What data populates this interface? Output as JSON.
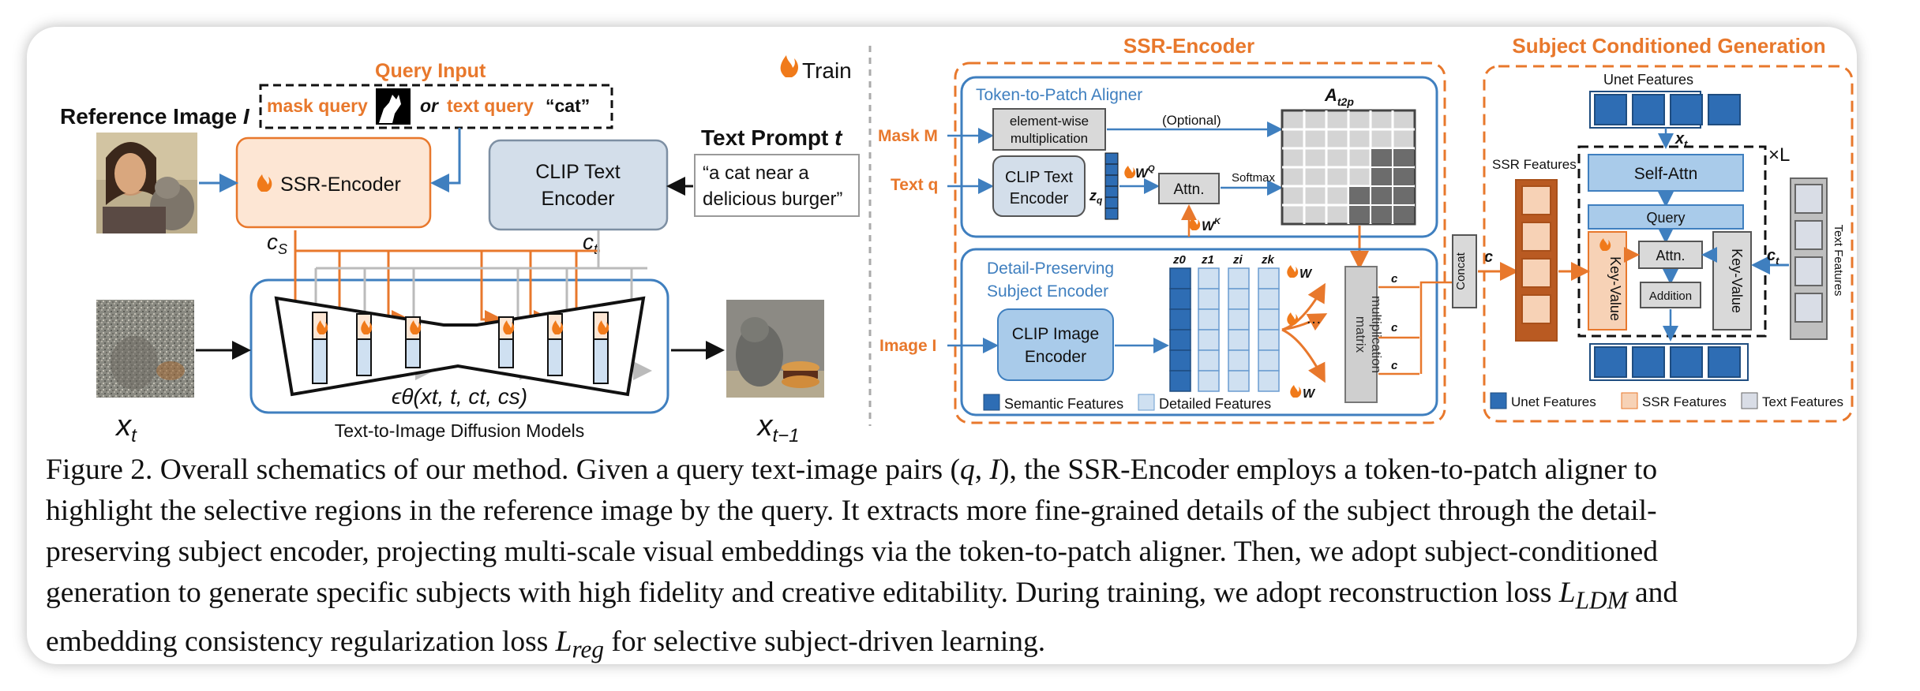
{
  "figure": {
    "left": {
      "reference_label": "Reference Image ",
      "reference_var": "I",
      "query_input_title": "Query Input",
      "mask_query": "mask query",
      "or": "or",
      "text_query": "text query",
      "cat_word": "“cat”",
      "train_label": "Train",
      "text_prompt_label": "Text Prompt ",
      "text_prompt_var": "t",
      "ssr_encoder": "SSR-Encoder",
      "clip_text_line1": "CLIP Text",
      "clip_text_line2": "Encoder",
      "prompt_line1": "“a cat near a",
      "prompt_line2": "delicious burger”",
      "cs_label": "c",
      "cs_sub": "S",
      "ct_label": "c",
      "ct_sub": "t",
      "eps_formula": "ϵθ(xt, t, ct, cs)",
      "diffusion_label": "Text-to-Image Diffusion Models",
      "xt": "x",
      "xt_sub": "t",
      "xt1": "x",
      "xt1_sub": "t−1"
    },
    "ssr": {
      "title": "SSR-Encoder",
      "aligner_title": "Token-to-Patch Aligner",
      "mask_input": "Mask M",
      "text_input": "Text q",
      "image_input": "Image I",
      "elementwise_line1": "element-wise",
      "elementwise_line2": "multiplication",
      "optional": "(Optional)",
      "clip_text_line1": "CLIP Text",
      "clip_text_line2": "Encoder",
      "zq": "z",
      "zq_sub": "q",
      "wq": "W",
      "wq_sup": "Q",
      "attn": "Attn.",
      "softmax": "Softmax",
      "wk": "W",
      "wk_sup": "K",
      "at2p": "A",
      "at2p_sub": "t2p",
      "detail_title_line1": "Detail-Preserving",
      "detail_title_line2": "Subject Encoder",
      "clip_image_line1": "CLIP Image",
      "clip_image_line2": "Encoder",
      "z0": "z0",
      "z1": "z1",
      "zi": "zi",
      "zk": "zk",
      "wv0": "W",
      "wvk": "W",
      "dots": "…",
      "matrix_line1": "matrix",
      "matrix_line2": "multiplication",
      "cs0": "c",
      "csi": "c",
      "csk": "c",
      "concat": "Concat",
      "legend_semantic": "Semantic Features",
      "legend_detailed": "Detailed Features"
    },
    "gen": {
      "title": "Subject Conditioned Generation",
      "unet_features_top": "Unet Features",
      "xt": "x",
      "xt_sub": "t",
      "times_l": "×L",
      "ssr_features": "SSR Features",
      "cs_prime": "c",
      "self_attn": "Self-Attn",
      "query": "Query",
      "attn": "Attn.",
      "addition": "Addition",
      "key_value": "Key-Value",
      "ct": "c",
      "ct_sub": "t",
      "text_features_vertical": "Text Features",
      "legend_unet": "Unet Features",
      "legend_ssr": "SSR Features",
      "legend_text": "Text Features"
    }
  },
  "caption": {
    "line1_a": "Figure 2. Overall schematics of our method. Given a query text-image pairs (",
    "line1_q": "q",
    "line1_comma": ", ",
    "line1_I": "I",
    "line1_b": "), the SSR-Encoder employs a token-to-patch aligner to",
    "line2": "highlight the selective regions in the reference image by the query. It extracts more fine-grained details of the subject through the detail-",
    "line3": "preserving subject encoder, projecting multi-scale visual embeddings via the token-to-patch aligner. Then, we adopt subject-conditioned",
    "line4_a": "generation to generate specific subjects with high fidelity and creative editability. During training, we adopt reconstruction loss ",
    "line4_L": "L",
    "line4_sub": "LDM",
    "line4_b": " and",
    "line5_a": "embedding consistency regularization loss ",
    "line5_L": "L",
    "line5_sub": "reg",
    "line5_b": " for selective subject-driven learning."
  },
  "colors": {
    "orange": "#e8782c",
    "blue_border": "#3f7fbf",
    "light_blue": "#a9cbea",
    "dark_blue": "#2e6db4",
    "peach": "#f7d2b6",
    "gray_box": "#d9d9d9",
    "text": "#111111"
  }
}
